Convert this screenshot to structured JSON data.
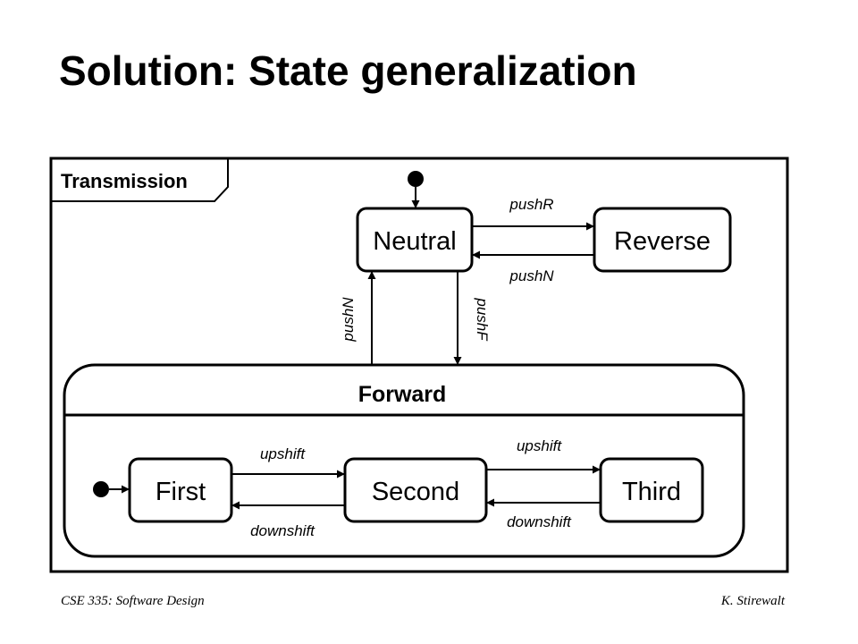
{
  "title": "Solution: State generalization",
  "diagram": {
    "container_label": "Transmission",
    "composite_label": "Forward",
    "states": {
      "neutral": "Neutral",
      "reverse": "Reverse",
      "first": "First",
      "second": "Second",
      "third": "Third"
    },
    "events": {
      "neutral_to_reverse": "pushR",
      "reverse_to_neutral": "pushN",
      "forward_to_neutral": "pushN",
      "neutral_to_forward": "pushF",
      "first_to_second": "upshift",
      "second_to_first": "downshift",
      "second_to_third": "upshift",
      "third_to_second": "downshift"
    }
  },
  "footer": {
    "left": "CSE 335: Software Design",
    "right": "K. Stirewalt"
  }
}
